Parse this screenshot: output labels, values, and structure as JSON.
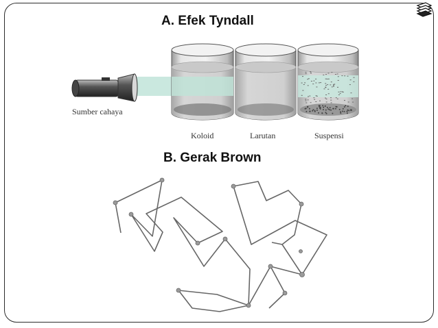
{
  "section_a": {
    "title": "A. Efek Tyndall",
    "light_source_label": "Sumber cahaya",
    "containers": [
      "Koloid",
      "Larutan",
      "Suspensi"
    ]
  },
  "section_b": {
    "title": "B. Gerak Brown"
  },
  "icons": {
    "corner": "stacked-documents-icon"
  },
  "colors": {
    "beam": "#bfe3d7",
    "frame": "#2a2a2a",
    "liquid": "#cfcfcf"
  }
}
